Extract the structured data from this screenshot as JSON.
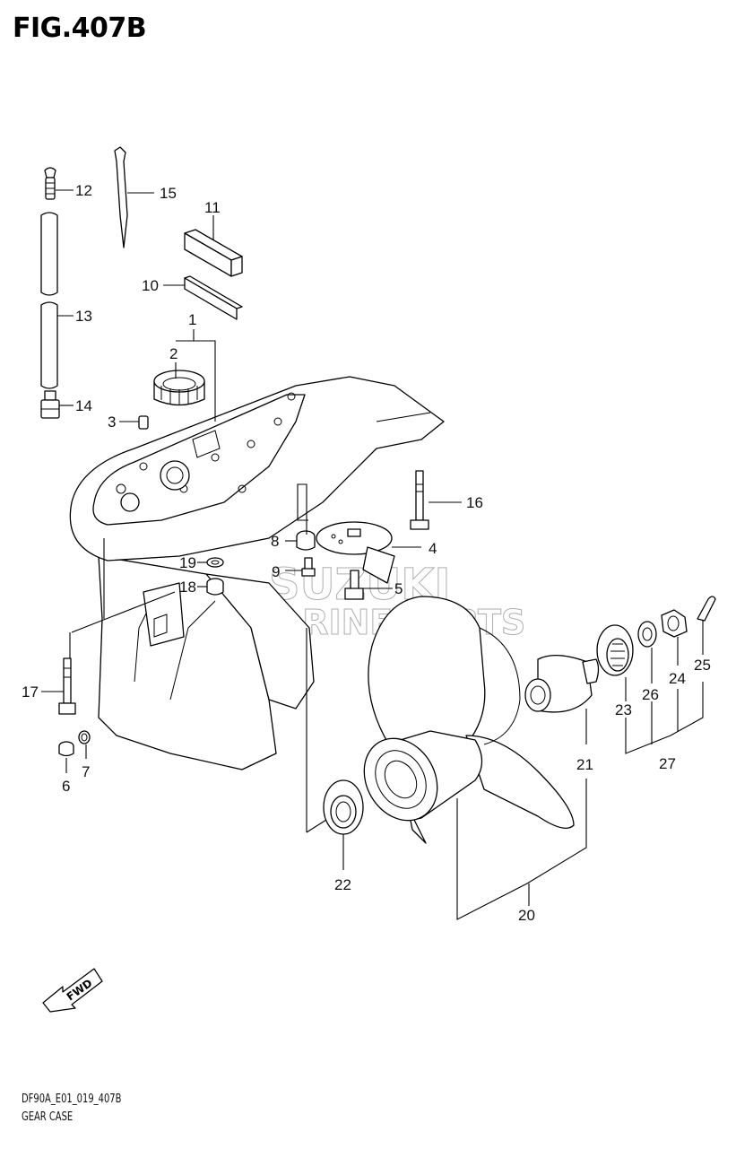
{
  "figure": {
    "title": "FIG.407B",
    "code": "DF90A_E01_019_407B",
    "caption": "GEAR CASE"
  },
  "watermark": {
    "line1": "SUZUKI",
    "line2": "MARINE PARTS"
  },
  "fwd_label": "FWD",
  "callouts": {
    "c1": "1",
    "c2": "2",
    "c3": "3",
    "c4": "4",
    "c5": "5",
    "c6": "6",
    "c7": "7",
    "c8": "8",
    "c9": "9",
    "c10": "10",
    "c11": "11",
    "c12": "12",
    "c13": "13",
    "c14": "14",
    "c15": "15",
    "c16": "16",
    "c17": "17",
    "c18": "18",
    "c19": "19",
    "c20": "20",
    "c21": "21",
    "c22": "22",
    "c23": "23",
    "c24": "24",
    "c25": "25",
    "c26": "26",
    "c27": "27"
  }
}
